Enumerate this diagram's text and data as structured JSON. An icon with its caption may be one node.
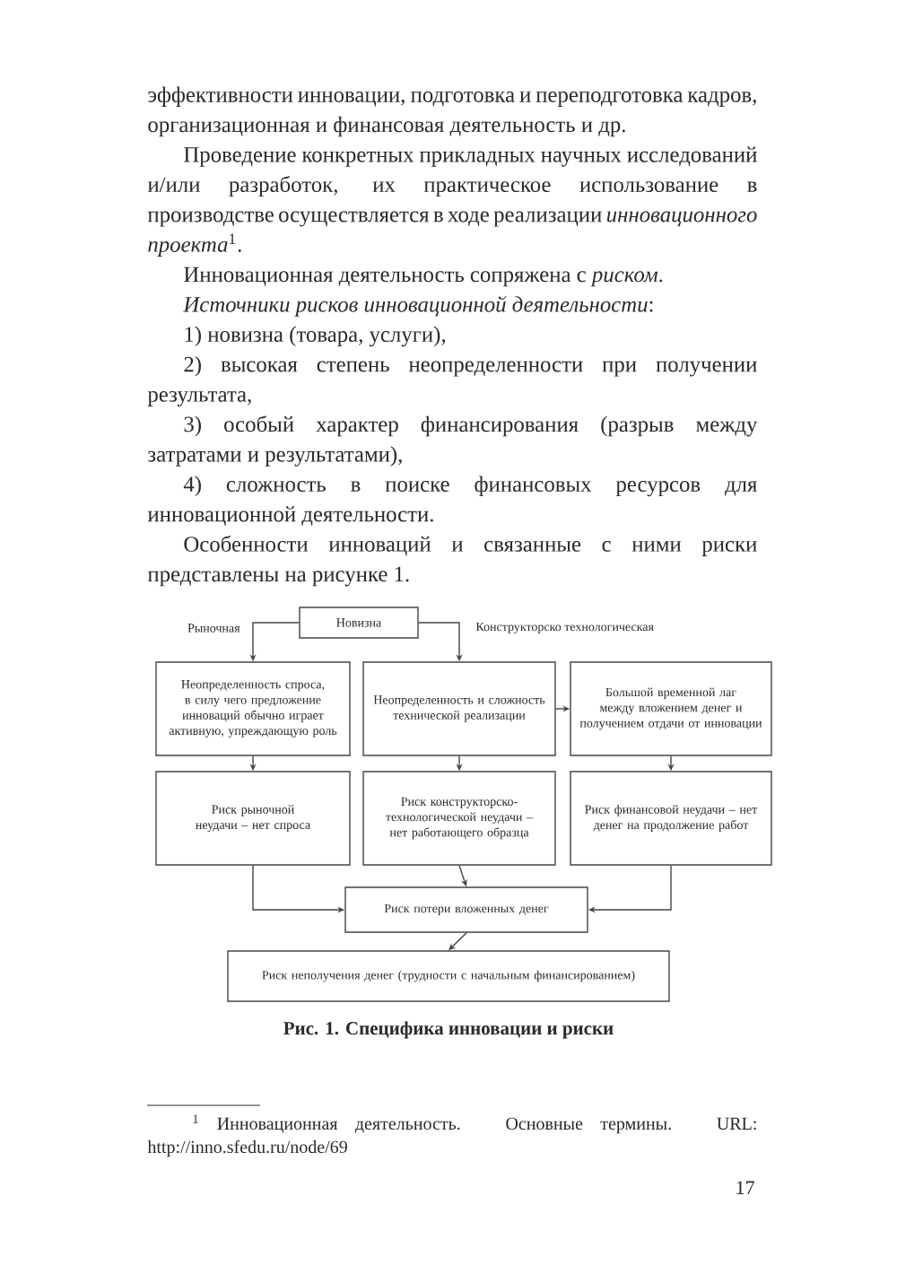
{
  "diagram": {
    "caption": "Рис. 1. Специфика инновации и риски",
    "nodes": [
      {
        "text": [
          "Новизна"
        ]
      },
      {
        "text": [
          "Неопределенность спроса, в силу чего предложение инноваций обычно играет активную, упреждающую роль"
        ]
      },
      {
        "text": [
          "Неопределенность и сложность технической реализации"
        ]
      },
      {
        "text": [
          "Большой временной лаг между вложением денег и получением отдачи от инновации"
        ]
      },
      {
        "text": [
          "Риск рыночной неудачи – нет спроса"
        ]
      },
      {
        "text": [
          "Риск конструкторско-технологической неудачи – нет работающего образца"
        ]
      },
      {
        "text": [
          "Риск финансовой неудачи – нет денег на продолжение работ"
        ]
      },
      {
        "text": [
          "Риск потери вложенных денег"
        ]
      },
      {
        "text": [
          "Риск неполучения денег (трудности с начальным финансированием)"
        ]
      }
    ],
    "edges": [
      {
        "from": 0,
        "to": 1,
        "arrow": "to",
        "label": "Рыночная"
      },
      {
        "from": 0,
        "to": 2,
        "arrow": "to",
        "label": "Конструкторско технологическая"
      },
      {
        "from": 2,
        "to": 3,
        "arrow": "to"
      },
      {
        "from": 1,
        "to": 4,
        "arrow": "to"
      },
      {
        "from": 2,
        "to": 5,
        "arrow": "to"
      },
      {
        "from": 3,
        "to": 6,
        "arrow": "to"
      },
      {
        "from": 4,
        "to": 7,
        "arrow": "to"
      },
      {
        "from": 5,
        "to": 7,
        "arrow": "to"
      },
      {
        "from": 6,
        "to": 7,
        "arrow": "to"
      },
      {
        "from": 7,
        "to": 8,
        "arrow": "to"
      }
    ],
    "labels": [
      "эффективности инновации, подготовка и переподготовка кадров, организационная и финансовая деятельность и др.",
      "Проведение конкретных прикладных научных исследований и/или разработок, их практическое использование в производстве осуществляется в ходе реализации *инновационного проекта*$^{1}$.",
      "Инновационная деятельность сопряжена с *риском*.",
      "*Источники рисков инновационной деятельности*:",
      "1) новизна (товара, услуги),",
      "2) высокая степень неопределенности при получении результата,",
      "3) особый характер финансирования (разрыв между затратами и результатами),",
      "4) сложность в поиске финансовых ресурсов для инновационной деятельности.",
      "Особенности инноваций и связанные с ними риски представлены на рисунке 1.",
      "$^{1}$ Инновационная деятельность. Основные термины. URL: http://inno.sfedu.ru/node/69",
      "17"
    ]
  }
}
